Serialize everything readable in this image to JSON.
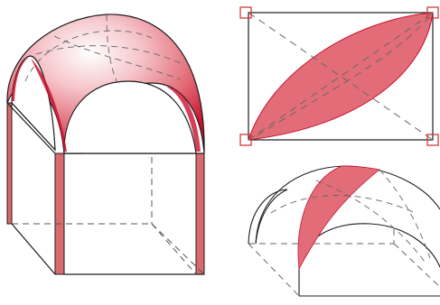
{
  "figures": [
    {
      "id": "vault-iso",
      "description_visible": false
    },
    {
      "id": "vault-plan",
      "handles": 4
    },
    {
      "id": "vault-section"
    }
  ],
  "colors": {
    "fill": "#e26d78",
    "fill_dark": "#c8102e",
    "fill_light": "#f6c6cb",
    "pillar": "#d96a6e",
    "stroke": "#1c1c1c",
    "dash": "#777777",
    "handle": "#d23a3a"
  }
}
